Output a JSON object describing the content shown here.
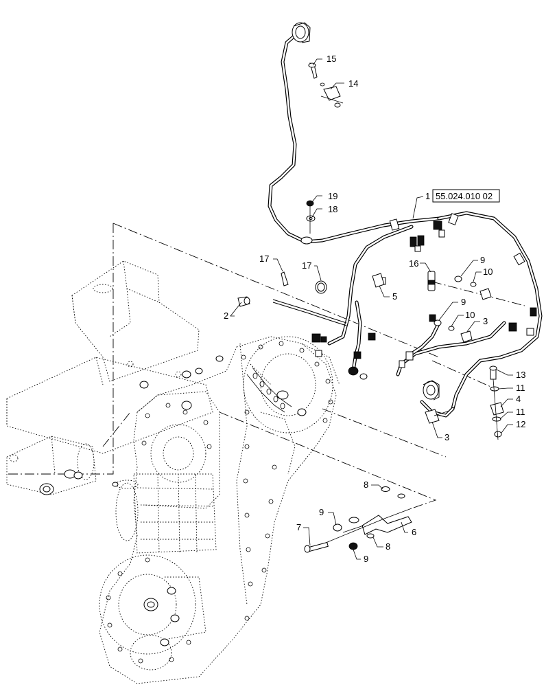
{
  "diagram": {
    "callouts": [
      {
        "id": "c1",
        "label": "1"
      },
      {
        "id": "c1ref",
        "label": "55.024.010 02"
      },
      {
        "id": "c2",
        "label": "2"
      },
      {
        "id": "c3a",
        "label": "3"
      },
      {
        "id": "c3b",
        "label": "3"
      },
      {
        "id": "c4",
        "label": "4"
      },
      {
        "id": "c5",
        "label": "5"
      },
      {
        "id": "c6",
        "label": "6"
      },
      {
        "id": "c7",
        "label": "7"
      },
      {
        "id": "c8a",
        "label": "8"
      },
      {
        "id": "c8b",
        "label": "8"
      },
      {
        "id": "c9a",
        "label": "9"
      },
      {
        "id": "c9b",
        "label": "9"
      },
      {
        "id": "c9c",
        "label": "9"
      },
      {
        "id": "c9d",
        "label": "9"
      },
      {
        "id": "c10a",
        "label": "10"
      },
      {
        "id": "c10b",
        "label": "10"
      },
      {
        "id": "c11a",
        "label": "11"
      },
      {
        "id": "c11b",
        "label": "11"
      },
      {
        "id": "c12",
        "label": "12"
      },
      {
        "id": "c13",
        "label": "13"
      },
      {
        "id": "c14",
        "label": "14"
      },
      {
        "id": "c15",
        "label": "15"
      },
      {
        "id": "c16",
        "label": "16"
      },
      {
        "id": "c17a",
        "label": "17"
      },
      {
        "id": "c17b",
        "label": "17"
      },
      {
        "id": "c18",
        "label": "18"
      },
      {
        "id": "c19",
        "label": "19"
      }
    ]
  }
}
